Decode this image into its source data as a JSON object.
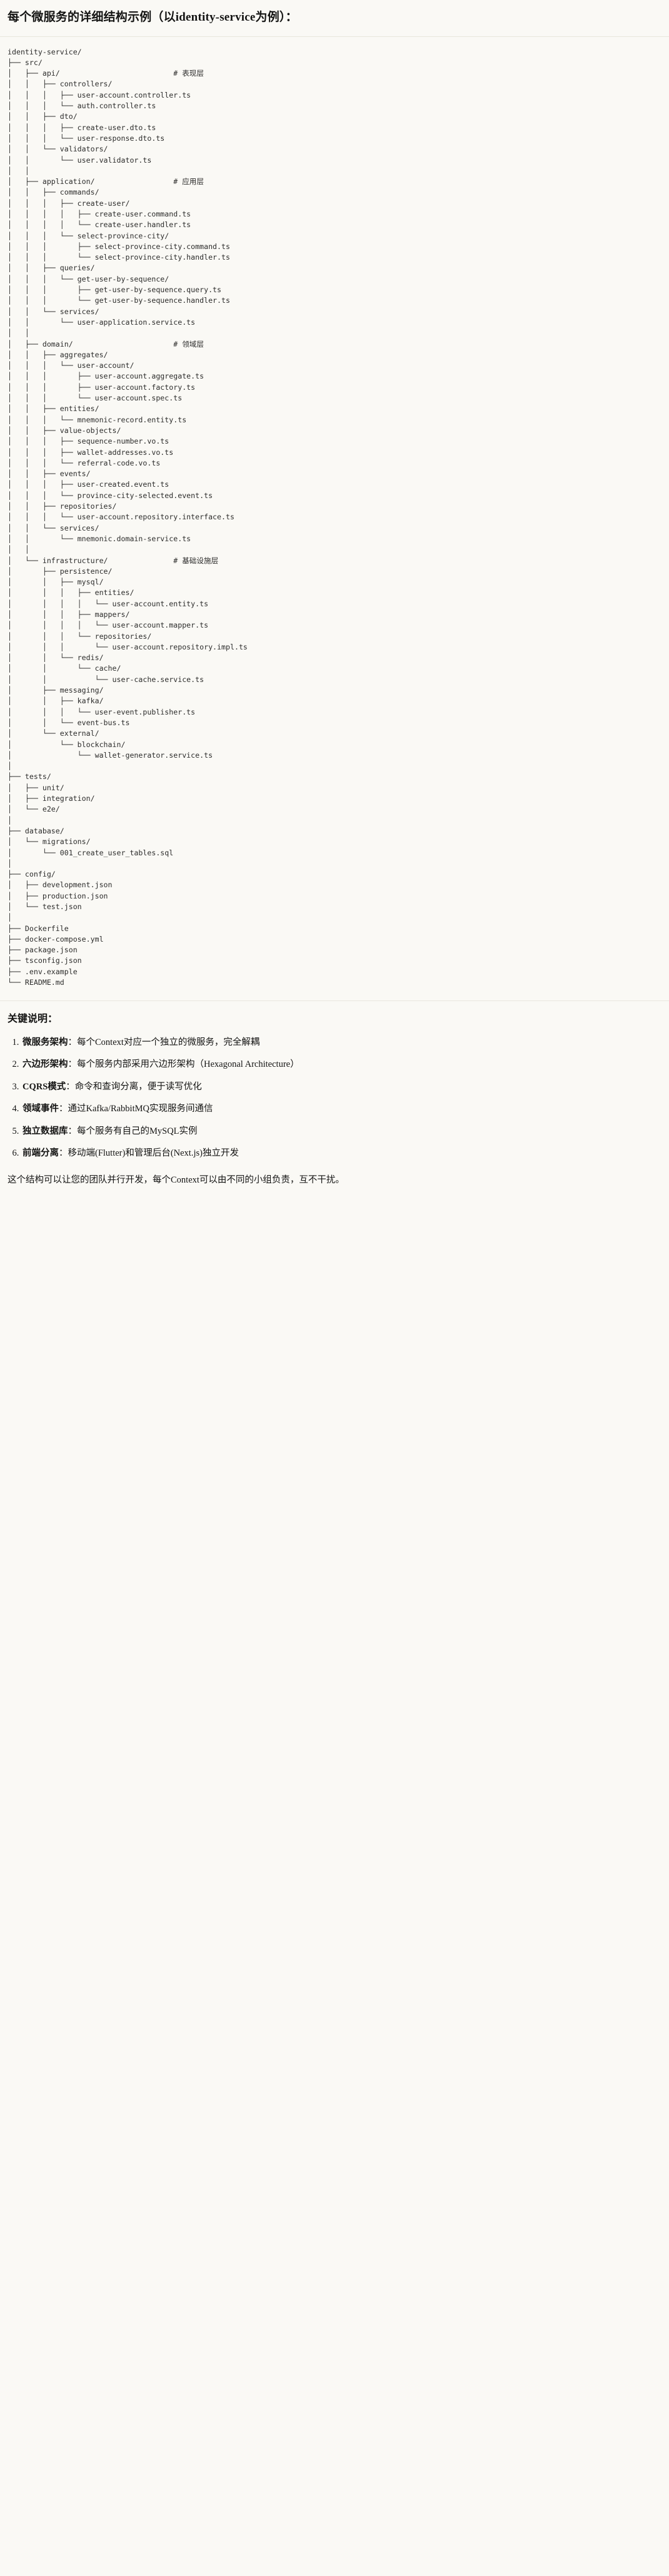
{
  "heading": {
    "text": "每个微服务的详细结构示例（以identity-service为例）："
  },
  "tree": {
    "root": "identity-service/",
    "lines": [
      "identity-service/",
      "├── src/",
      "│   ├── api/                          # 表现层",
      "│   │   ├── controllers/",
      "│   │   │   ├── user-account.controller.ts",
      "│   │   │   └── auth.controller.ts",
      "│   │   ├── dto/",
      "│   │   │   ├── create-user.dto.ts",
      "│   │   │   └── user-response.dto.ts",
      "│   │   └── validators/",
      "│   │       └── user.validator.ts",
      "│   │",
      "│   ├── application/                  # 应用层",
      "│   │   ├── commands/",
      "│   │   │   ├── create-user/",
      "│   │   │   │   ├── create-user.command.ts",
      "│   │   │   │   └── create-user.handler.ts",
      "│   │   │   └── select-province-city/",
      "│   │   │       ├── select-province-city.command.ts",
      "│   │   │       └── select-province-city.handler.ts",
      "│   │   ├── queries/",
      "│   │   │   └── get-user-by-sequence/",
      "│   │   │       ├── get-user-by-sequence.query.ts",
      "│   │   │       └── get-user-by-sequence.handler.ts",
      "│   │   └── services/",
      "│   │       └── user-application.service.ts",
      "│   │",
      "│   ├── domain/                       # 领域层",
      "│   │   ├── aggregates/",
      "│   │   │   └── user-account/",
      "│   │   │       ├── user-account.aggregate.ts",
      "│   │   │       ├── user-account.factory.ts",
      "│   │   │       └── user-account.spec.ts",
      "│   │   ├── entities/",
      "│   │   │   └── mnemonic-record.entity.ts",
      "│   │   ├── value-objects/",
      "│   │   │   ├── sequence-number.vo.ts",
      "│   │   │   ├── wallet-addresses.vo.ts",
      "│   │   │   └── referral-code.vo.ts",
      "│   │   ├── events/",
      "│   │   │   ├── user-created.event.ts",
      "│   │   │   └── province-city-selected.event.ts",
      "│   │   ├── repositories/",
      "│   │   │   └── user-account.repository.interface.ts",
      "│   │   └── services/",
      "│   │       └── mnemonic.domain-service.ts",
      "│   │",
      "│   └── infrastructure/               # 基础设施层",
      "│       ├── persistence/",
      "│       │   ├── mysql/",
      "│       │   │   ├── entities/",
      "│       │   │   │   └── user-account.entity.ts",
      "│       │   │   ├── mappers/",
      "│       │   │   │   └── user-account.mapper.ts",
      "│       │   │   └── repositories/",
      "│       │   │       └── user-account.repository.impl.ts",
      "│       │   └── redis/",
      "│       │       └── cache/",
      "│       │           └── user-cache.service.ts",
      "│       ├── messaging/",
      "│       │   ├── kafka/",
      "│       │   │   └── user-event.publisher.ts",
      "│       │   └── event-bus.ts",
      "│       └── external/",
      "│           └── blockchain/",
      "│               └── wallet-generator.service.ts",
      "│",
      "├── tests/",
      "│   ├── unit/",
      "│   ├── integration/",
      "│   └── e2e/",
      "│",
      "├── database/",
      "│   └── migrations/",
      "│       └── 001_create_user_tables.sql",
      "│",
      "├── config/",
      "│   ├── development.json",
      "│   ├── production.json",
      "│   └── test.json",
      "│",
      "├── Dockerfile",
      "├── docker-compose.yml",
      "├── package.json",
      "├── tsconfig.json",
      "├── .env.example",
      "└── README.md"
    ],
    "layer_comments": [
      "# 表现层",
      "# 应用层",
      "# 领域层",
      "# 基础设施层"
    ]
  },
  "notes": {
    "title": "关键说明：",
    "items": [
      {
        "term": "微服务架构",
        "sep": "：",
        "text": "每个Context对应一个独立的微服务，完全解耦"
      },
      {
        "term": "六边形架构",
        "sep": "：",
        "text": "每个服务内部采用六边形架构（Hexagonal Architecture）"
      },
      {
        "term": "CQRS模式",
        "sep": "：",
        "text": "命令和查询分离，便于读写优化"
      },
      {
        "term": "领域事件",
        "sep": "：",
        "text": "通过Kafka/RabbitMQ实现服务间通信"
      },
      {
        "term": "独立数据库",
        "sep": "：",
        "text": "每个服务有自己的MySQL实例"
      },
      {
        "term": "前端分离",
        "sep": "：",
        "text": "移动端(Flutter)和管理后台(Next.js)独立开发"
      }
    ],
    "closing": "这个结构可以让您的团队并行开发，每个Context可以由不同的小组负责，互不干扰。"
  },
  "colors": {
    "background": "#faf9f5",
    "text": "#141413",
    "code_text": "#2c2c2b",
    "divider": "#e8e6dd"
  }
}
